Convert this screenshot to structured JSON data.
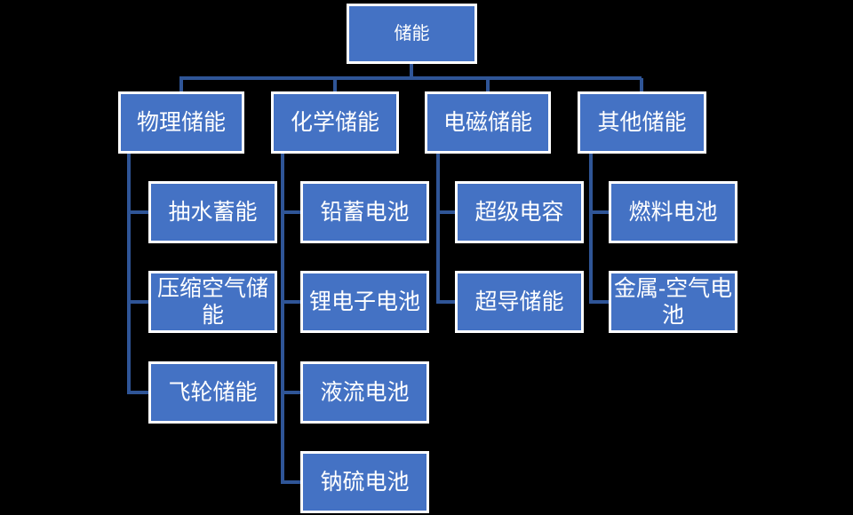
{
  "diagram": {
    "type": "hierarchy-org-chart",
    "root": {
      "label": "储能"
    },
    "branches": [
      {
        "label": "物理储能",
        "children": [
          "抽水蓄能",
          "压缩空气储能",
          "飞轮储能"
        ]
      },
      {
        "label": "化学储能",
        "children": [
          "铅蓄电池",
          "锂电子电池",
          "液流电池",
          "钠硫电池"
        ]
      },
      {
        "label": "电磁储能",
        "children": [
          "超级电容",
          "超导储能"
        ]
      },
      {
        "label": "其他储能",
        "children": [
          "燃料电池",
          "金属-空气电池"
        ]
      }
    ],
    "colors": {
      "background": "#000000",
      "box_fill": "#4472C4",
      "box_border": "#FFFFFF",
      "connector": "#2F5597",
      "text": "#FFFFFF"
    }
  }
}
